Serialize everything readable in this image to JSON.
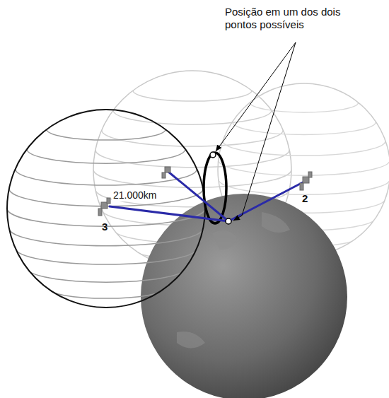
{
  "diagram": {
    "labels": [
      "Posição em um dos dois pontos possíveis",
      "21.000km",
      "3",
      "2"
    ]
  }
}
